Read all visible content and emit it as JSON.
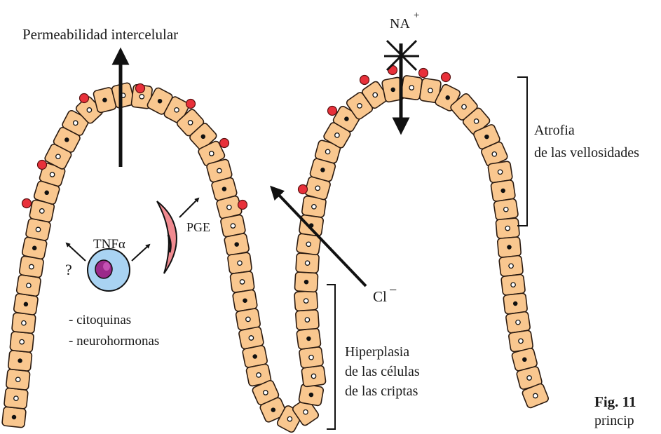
{
  "labels": {
    "permeabilidad": "Permeabilidad intercelular",
    "na": "NA",
    "na_sup": "+",
    "atrofia_1": "Atrofia",
    "atrofia_2": "de las vellosidades",
    "tnf": "TNFα",
    "pge": "PGE",
    "question": "?",
    "cl": "Cl",
    "cl_sup": "−",
    "citoquinas": "- citoquinas",
    "neurohormonas": "- neurohormonas",
    "hiperplasia_1": "Hiperplasia",
    "hiperplasia_2": "de las células",
    "hiperplasia_3": "de las criptas",
    "fig_number": "Fig. 11",
    "fig_caption": "princip"
  },
  "colors": {
    "cell_fill": "#f9c78f",
    "cell_stroke": "#2a1a10",
    "red_dot": "#e8303a",
    "macrophage_fill": "#a9d3f2",
    "macrophage_nucleus": "#9b2a8a",
    "fibroblast_fill": "#f08a90",
    "ink": "#111111"
  },
  "icons": {
    "cell-nucleus-icon": "small black/white nucleus dots inside epithelial cells",
    "macrophage-icon": "blue round cell with purple nucleus",
    "fibroblast-icon": "pink crescent cell",
    "blocked-arrow-icon": "downward arrow crossed by an X"
  }
}
